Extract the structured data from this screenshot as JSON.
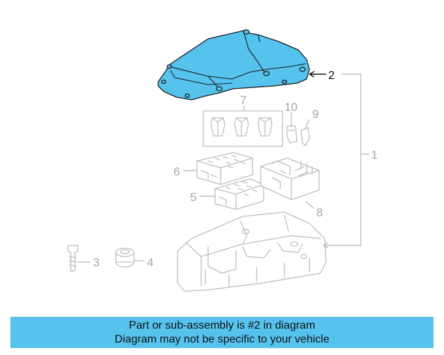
{
  "diagram": {
    "highlight_color": "#56c2ee",
    "callouts": [
      {
        "id": "1",
        "label": "1"
      },
      {
        "id": "2",
        "label": "2"
      },
      {
        "id": "3",
        "label": "3"
      },
      {
        "id": "4",
        "label": "4"
      },
      {
        "id": "5",
        "label": "5"
      },
      {
        "id": "6",
        "label": "6"
      },
      {
        "id": "7",
        "label": "7"
      },
      {
        "id": "8",
        "label": "8"
      },
      {
        "id": "9",
        "label": "9"
      },
      {
        "id": "10",
        "label": "10"
      }
    ],
    "highlighted_part": "2"
  },
  "banner": {
    "line1": "Part or sub-assembly is #2 in diagram",
    "line2": "Diagram may not be specific to your vehicle",
    "background": "#56c2ee"
  }
}
